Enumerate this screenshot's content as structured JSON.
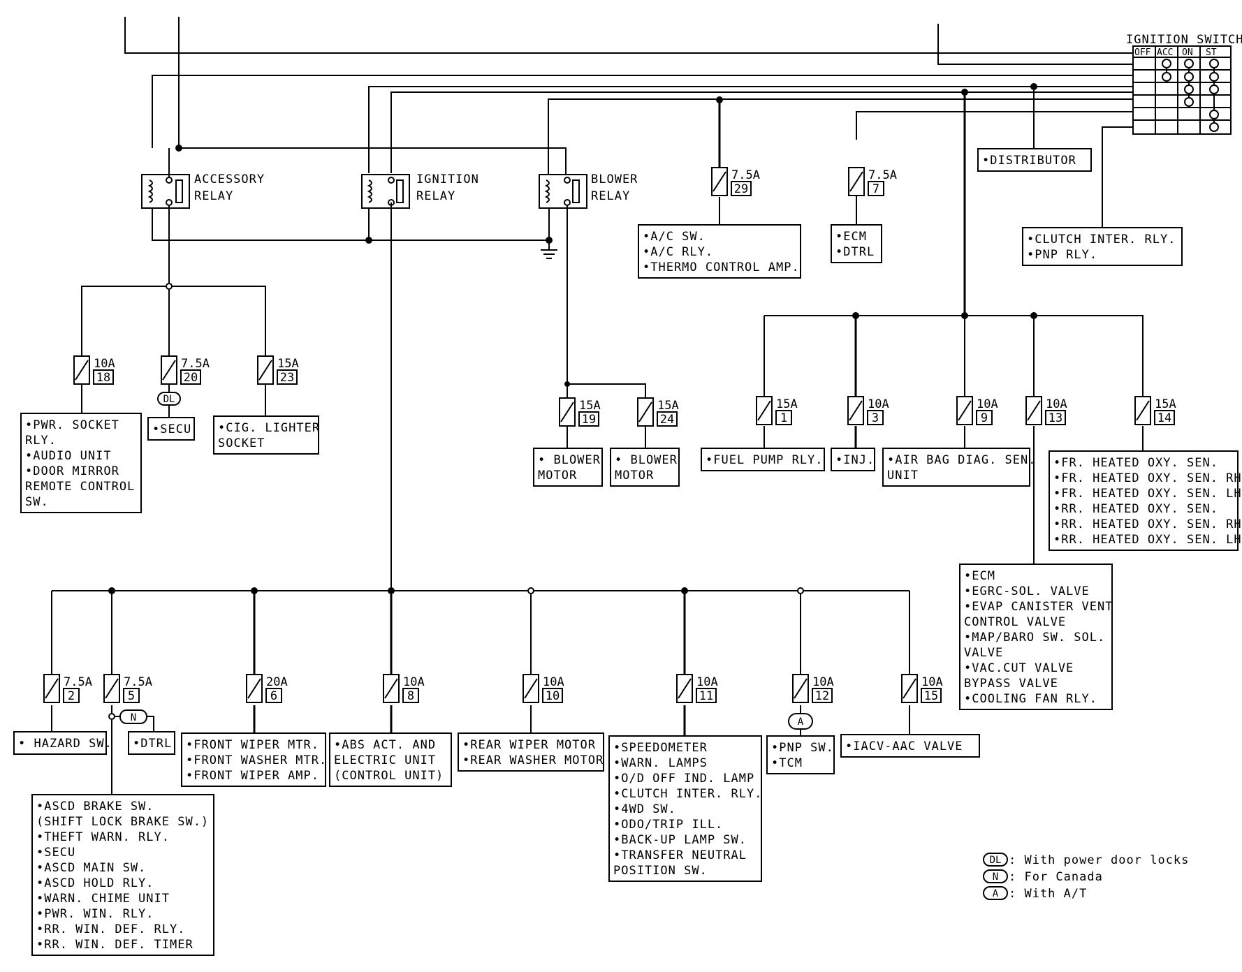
{
  "ignition_switch": {
    "title": "IGNITION SWITCH",
    "positions": [
      "OFF",
      "ACC",
      "ON",
      "ST"
    ]
  },
  "relays": [
    {
      "id": "accessory",
      "lines": [
        "ACCESSORY",
        "RELAY"
      ]
    },
    {
      "id": "ignition",
      "lines": [
        "IGNITION",
        "RELAY"
      ]
    },
    {
      "id": "blower",
      "lines": [
        "BLOWER",
        "RELAY"
      ]
    }
  ],
  "fuses": [
    {
      "amp": "10A",
      "num": "18"
    },
    {
      "amp": "7.5A",
      "num": "20"
    },
    {
      "amp": "15A",
      "num": "23"
    },
    {
      "amp": "7.5A",
      "num": "29"
    },
    {
      "amp": "7.5A",
      "num": "7"
    },
    {
      "amp": "15A",
      "num": "19"
    },
    {
      "amp": "15A",
      "num": "24"
    },
    {
      "amp": "15A",
      "num": "1"
    },
    {
      "amp": "10A",
      "num": "3"
    },
    {
      "amp": "10A",
      "num": "9"
    },
    {
      "amp": "10A",
      "num": "13"
    },
    {
      "amp": "15A",
      "num": "14"
    },
    {
      "amp": "7.5A",
      "num": "2"
    },
    {
      "amp": "7.5A",
      "num": "5"
    },
    {
      "amp": "20A",
      "num": "6"
    },
    {
      "amp": "10A",
      "num": "8"
    },
    {
      "amp": "10A",
      "num": "10"
    },
    {
      "amp": "10A",
      "num": "11"
    },
    {
      "amp": "10A",
      "num": "12"
    },
    {
      "amp": "10A",
      "num": "15"
    }
  ],
  "loads": [
    {
      "id": "pwr-socket",
      "lines": [
        "•PWR. SOCKET",
        " RLY.",
        "•AUDIO UNIT",
        "•DOOR MIRROR",
        " REMOTE CONTROL",
        " SW."
      ]
    },
    {
      "id": "secu",
      "lines": [
        "•SECU"
      ]
    },
    {
      "id": "cig-lighter",
      "lines": [
        "•CIG. LIGHTER",
        " SOCKET"
      ]
    },
    {
      "id": "ac-sw",
      "lines": [
        "•A/C SW.",
        "•A/C RLY.",
        "•THERMO CONTROL AMP."
      ]
    },
    {
      "id": "ecm-dtrl",
      "lines": [
        "•ECM",
        "•DTRL"
      ]
    },
    {
      "id": "distributor",
      "lines": [
        "•DISTRIBUTOR"
      ]
    },
    {
      "id": "clutch-pnp",
      "lines": [
        "•CLUTCH INTER. RLY.",
        "•PNP RLY."
      ]
    },
    {
      "id": "blower-motor-1",
      "lines": [
        "• BLOWER",
        " MOTOR"
      ]
    },
    {
      "id": "blower-motor-2",
      "lines": [
        "• BLOWER",
        " MOTOR"
      ]
    },
    {
      "id": "fuel-pump",
      "lines": [
        "•FUEL PUMP RLY."
      ]
    },
    {
      "id": "inj",
      "lines": [
        "•INJ."
      ]
    },
    {
      "id": "air-bag",
      "lines": [
        "•AIR BAG DIAG. SEN.",
        " UNIT"
      ]
    },
    {
      "id": "heated-oxy",
      "lines": [
        "•FR. HEATED OXY. SEN.",
        "•FR. HEATED OXY. SEN. RH",
        "•FR. HEATED OXY. SEN. LH",
        "•RR. HEATED OXY. SEN.",
        "•RR. HEATED OXY. SEN. RH",
        "•RR. HEATED OXY. SEN. LH"
      ]
    },
    {
      "id": "ecm-group",
      "lines": [
        "•ECM",
        "•EGRC-SOL. VALVE",
        "•EVAP CANISTER VENT",
        " CONTROL VALVE",
        "•MAP/BARO SW. SOL.",
        " VALVE",
        "•VAC.CUT VALVE",
        " BYPASS VALVE",
        "•COOLING FAN RLY."
      ]
    },
    {
      "id": "hazard-sw",
      "lines": [
        "• HAZARD SW."
      ]
    },
    {
      "id": "dtrl",
      "lines": [
        "•DTRL"
      ]
    },
    {
      "id": "ascd-group",
      "lines": [
        "•ASCD BRAKE SW.",
        " (SHIFT LOCK BRAKE SW.)",
        "•THEFT WARN. RLY.",
        "•SECU",
        "•ASCD MAIN SW.",
        "•ASCD HOLD RLY.",
        "•WARN. CHIME UNIT",
        "•PWR. WIN. RLY.",
        "•RR. WIN. DEF. RLY.",
        "•RR. WIN. DEF. TIMER"
      ]
    },
    {
      "id": "front-wiper",
      "lines": [
        "•FRONT WIPER MTR.",
        "•FRONT WASHER MTR.",
        "•FRONT WIPER AMP."
      ]
    },
    {
      "id": "abs",
      "lines": [
        "•ABS ACT. AND",
        " ELECTRIC UNIT",
        " (CONTROL UNIT)"
      ]
    },
    {
      "id": "rear-wiper",
      "lines": [
        "•REAR WIPER MOTOR",
        "•REAR WASHER MOTOR"
      ]
    },
    {
      "id": "speedometer",
      "lines": [
        "•SPEEDOMETER",
        "•WARN. LAMPS",
        "•O/D OFF IND. LAMP",
        "•CLUTCH INTER. RLY.",
        "•4WD SW.",
        "•ODO/TRIP ILL.",
        "•BACK-UP LAMP SW.",
        "•TRANSFER NEUTRAL",
        " POSITION SW."
      ]
    },
    {
      "id": "pnp-tcm",
      "lines": [
        "•PNP SW.",
        "•TCM"
      ]
    },
    {
      "id": "iacv",
      "lines": [
        "•IACV-AAC VALVE"
      ]
    }
  ],
  "option_tags": [
    "DL",
    "N",
    "A"
  ],
  "legend": [
    {
      "code": "DL",
      "text": ": With power door locks"
    },
    {
      "code": "N",
      "text": ": For Canada"
    },
    {
      "code": "A",
      "text": ": With A/T"
    }
  ]
}
